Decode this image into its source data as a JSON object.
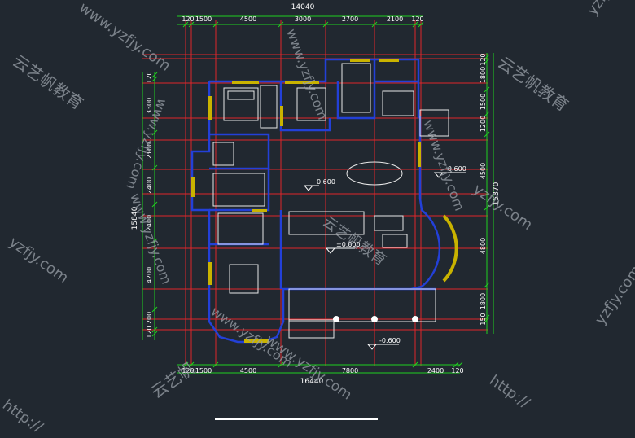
{
  "colors": {
    "background": "#212830",
    "dimension": "#1fd11f",
    "axis": "#e0262a",
    "wall": "#2340d8",
    "window": "#c9b300",
    "fixture": "#e8e8e8",
    "text": "#ffffff",
    "watermark": "#9aa0a8"
  },
  "dimensions": {
    "top_total": "14040",
    "top_segments": [
      "120",
      "1500",
      "4500",
      "3000",
      "2700",
      "2100",
      "120"
    ],
    "bottom_total": "16440",
    "bottom_segments": [
      "120",
      "1500",
      "4500",
      "7800",
      "2400",
      "120"
    ],
    "left_total": "15840",
    "left_segments": [
      "120",
      "3300",
      "2100",
      "2400",
      "2400",
      "4200",
      "1200",
      "120"
    ],
    "right_total": "15870",
    "right_segments": [
      "120",
      "1800",
      "1500",
      "1200",
      "4500",
      "4800",
      "1800",
      "150"
    ]
  },
  "levels": {
    "dining": "0.600",
    "entry_upper": "-0.600",
    "living": "±0.000",
    "entry_lower": "-0.600"
  },
  "watermarks": {
    "url": "www.yzfjy.com",
    "url_short": "yzfjy.com",
    "brand": "云艺帆教育",
    "brand_short": "云艺帆",
    "http": "http://"
  }
}
